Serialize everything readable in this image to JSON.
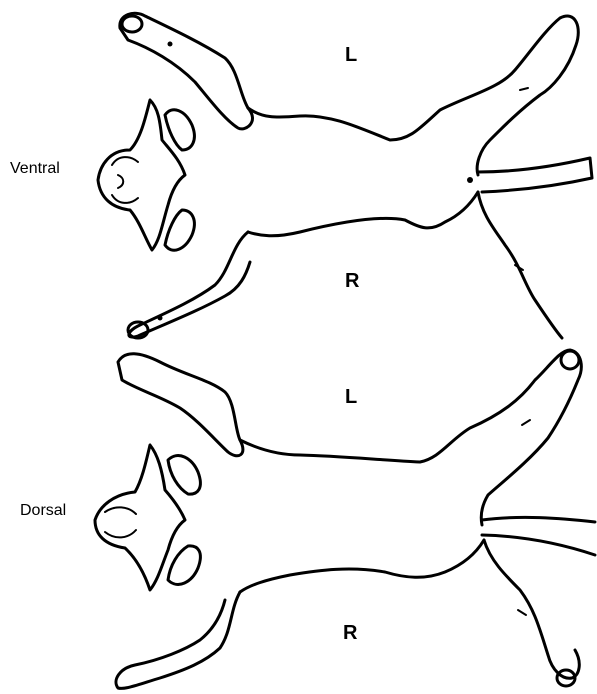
{
  "panels": [
    {
      "view_label": "Ventral",
      "left_label": "L",
      "right_label": "R"
    },
    {
      "view_label": "Dorsal",
      "left_label": "L",
      "right_label": "R"
    }
  ],
  "colors": {
    "line": "#000000",
    "background": "#ffffff"
  }
}
